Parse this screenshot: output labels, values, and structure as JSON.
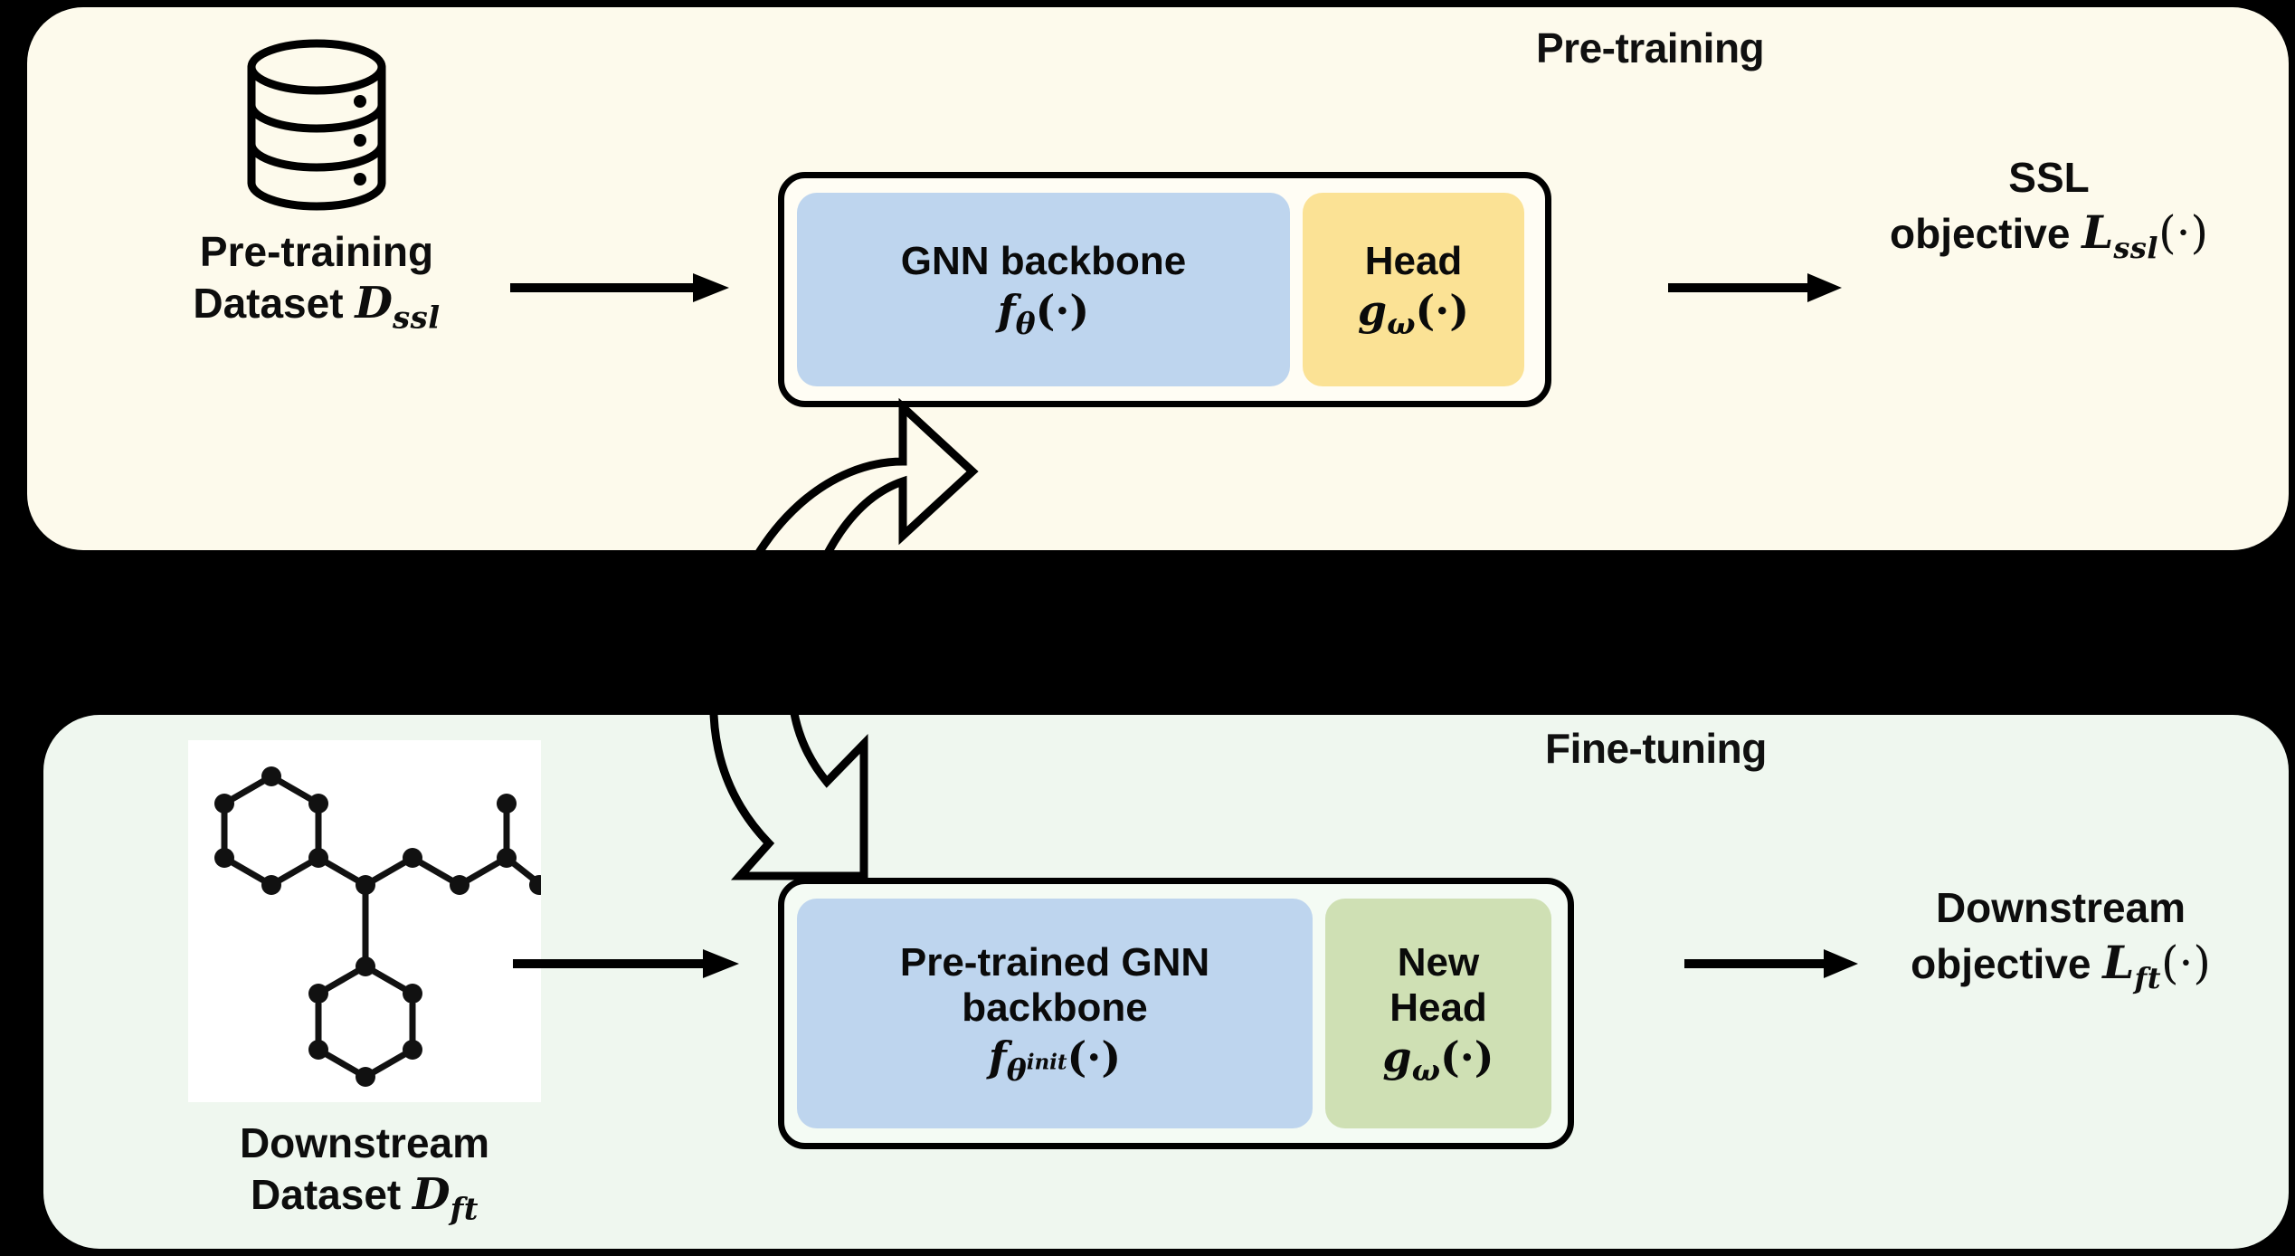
{
  "figure": {
    "background_color": "#000000",
    "type": "self-supervised pre-training and fine-tuning pipeline diagram"
  },
  "panels": {
    "pretraining": {
      "title": "Pre-training",
      "background_color": "#fdfaec",
      "dataset": {
        "icon": "database-cylinder-icon",
        "caption_line1": "Pre-training",
        "caption_line2_prefix": "Dataset ",
        "caption_symbol": "D",
        "caption_subscript": "ssl"
      },
      "model": {
        "backbone": {
          "label": "GNN backbone",
          "formula_fn": "f",
          "formula_sub": "θ",
          "formula_arg": "(·)",
          "color": "#bed5ee"
        },
        "head": {
          "label": "Head",
          "formula_fn": "g",
          "formula_sub": "ω",
          "formula_arg": "(·)",
          "color": "#fbe295"
        }
      },
      "objective": {
        "line1": "SSL",
        "line2_prefix": "objective ",
        "symbol": "L",
        "subscript": "ssl",
        "arg": "(·)"
      }
    },
    "finetuning": {
      "title": "Fine-tuning",
      "background_color": "#eff7ef",
      "dataset": {
        "icon": "molecule-graph-icon",
        "caption_line1": "Downstream",
        "caption_line2_prefix": "Dataset ",
        "caption_symbol": "D",
        "caption_subscript": "ft"
      },
      "model": {
        "backbone": {
          "label_line1": "Pre-trained GNN",
          "label_line2": "backbone",
          "formula_fn": "f",
          "formula_sub": "θ",
          "formula_sub_sup": "init",
          "formula_arg": "(·)",
          "color": "#bed5ee"
        },
        "head": {
          "label_line1": "New",
          "label_line2": "Head",
          "formula_fn": "g",
          "formula_sub": "ω",
          "formula_arg": "(·)",
          "color": "#cfe0b4"
        }
      },
      "objective": {
        "line1": "Downstream",
        "line2_prefix": "objective ",
        "symbol": "L",
        "subscript": "ft",
        "arg": "(·)"
      }
    }
  },
  "connectors": {
    "pretrain_data_to_model": "arrow-right-icon",
    "pretrain_model_to_objective": "arrow-right-icon",
    "finetune_data_to_model": "arrow-right-icon",
    "finetune_model_to_objective": "arrow-right-icon",
    "weight_transfer": "curved-block-arrow-icon"
  }
}
